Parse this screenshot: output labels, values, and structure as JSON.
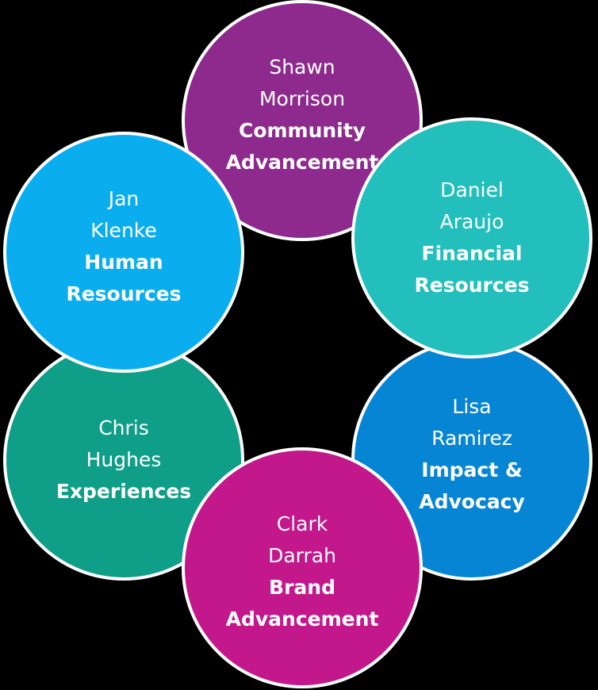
{
  "colors": {
    "background": "#000000",
    "community": "#8e2a8e",
    "financial": "#22bfbc",
    "impact": "#0585d3",
    "brand": "#c3188c",
    "experiences": "#0f9e87",
    "hr": "#0aaeef",
    "border": "#ffffff"
  },
  "circles": {
    "community": {
      "first": "Shawn",
      "last": "Morrison",
      "role1": "Community",
      "role2": "Advancement"
    },
    "financial": {
      "first": "Daniel",
      "last": "Araujo",
      "role1": "Financial",
      "role2": "Resources"
    },
    "impact": {
      "first": "Lisa",
      "last": "Ramirez",
      "role1": "Impact &",
      "role2": "Advocacy"
    },
    "brand": {
      "first": "Clark",
      "last": "Darrah",
      "role1": "Brand",
      "role2": "Advancement"
    },
    "experiences": {
      "first": "Chris",
      "last": "Hughes",
      "role1": "Experiences"
    },
    "hr": {
      "first": "Jan",
      "last": "Klenke",
      "role1": "Human",
      "role2": "Resources"
    }
  }
}
